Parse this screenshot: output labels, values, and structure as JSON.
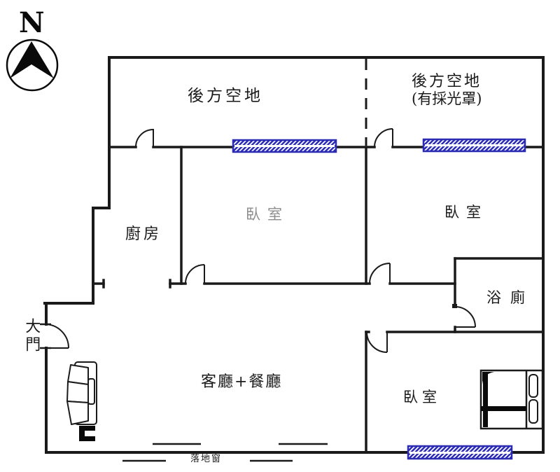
{
  "title": "apartment floor plan",
  "compass": {
    "label": "N"
  },
  "rooms": {
    "rear_left": {
      "label": "後方空地"
    },
    "rear_right": {
      "label_line1": "後方空地",
      "label_line2": "(有採光罩)"
    },
    "kitchen": {
      "label": "廚房"
    },
    "bedroom_mid": {
      "label": "臥室"
    },
    "bedroom_right": {
      "label": "臥室"
    },
    "bathroom": {
      "label": "浴廁"
    },
    "living_dining": {
      "label": "客廳+餐廳"
    },
    "bedroom_bottom": {
      "label": "臥室"
    },
    "entrance": {
      "label": "大門"
    },
    "floor_window": {
      "label": "落地窗"
    }
  },
  "icons": {
    "compass": "compass-north-icon",
    "sofa": "sofa-icon",
    "tv": "tv-icon",
    "bed": "double-bed-icon",
    "windows": "hatched-window-icon",
    "doors": "door-swing-icon"
  },
  "colors": {
    "wall": "#1a1a1a",
    "window_blue": "#2b2bb4",
    "faded_label": "#8c8c8c"
  }
}
